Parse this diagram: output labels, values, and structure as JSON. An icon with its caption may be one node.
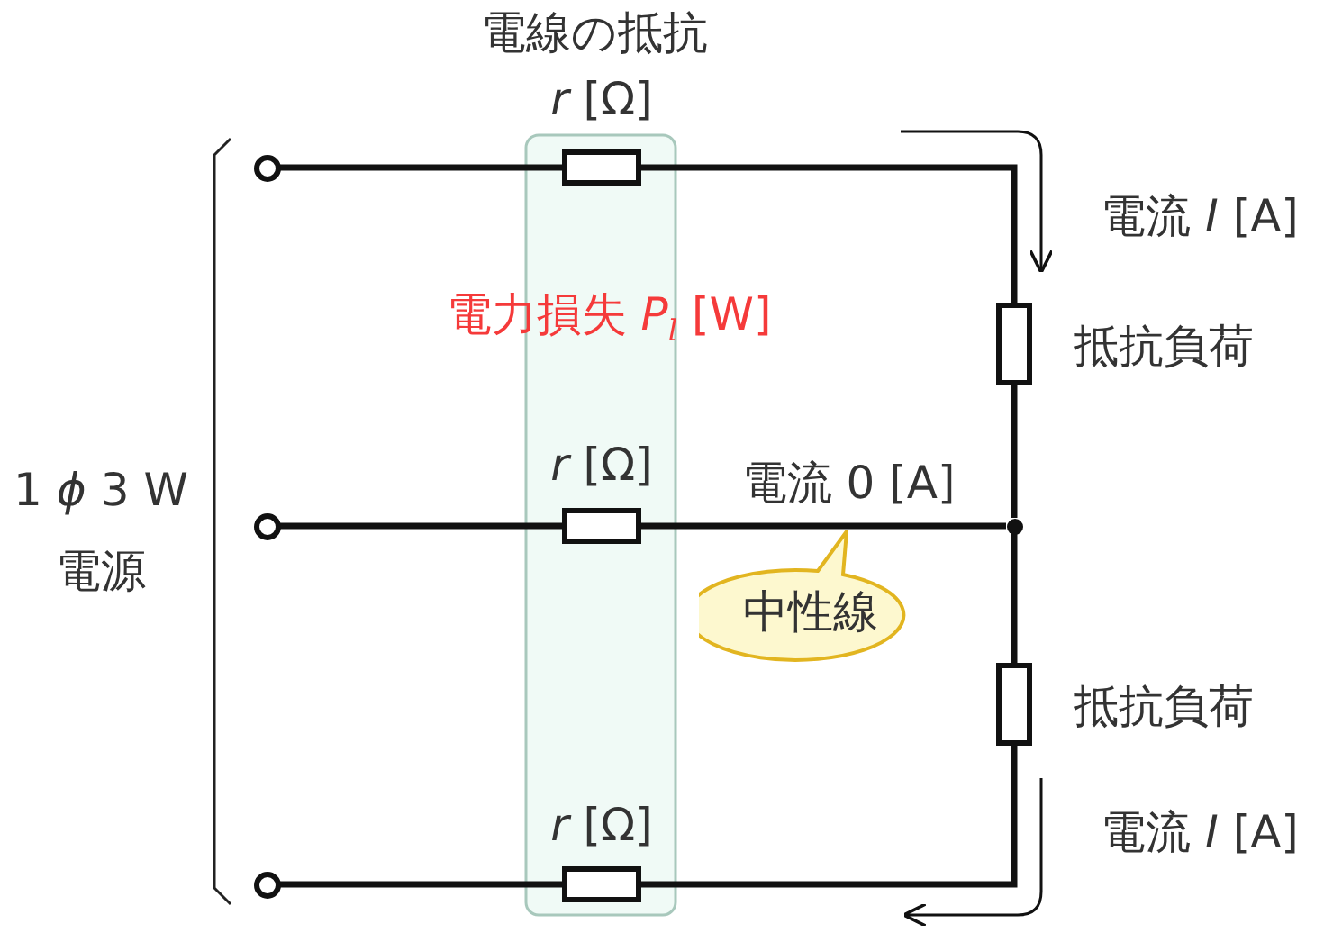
{
  "diagram": {
    "nodes": [
      {
        "text": [],
        "shape": "circle"
      },
      {
        "text": [],
        "shape": "circle"
      },
      {
        "text": [],
        "shape": "circle"
      },
      {
        "text": [],
        "shape": "box",
        "beside": [
          "電線の抵抗",
          "*r* [Ω]"
        ]
      },
      {
        "text": [],
        "shape": "box",
        "beside": [
          "*r* [Ω]"
        ]
      },
      {
        "text": [],
        "shape": "box",
        "beside": [
          "*r* [Ω]"
        ]
      },
      {
        "text": [],
        "shape": "box",
        "beside": [
          "抵抗負荷"
        ]
      },
      {
        "text": [],
        "shape": "box",
        "beside": [
          "抵抗負荷"
        ]
      },
      {
        "text": [],
        "shape": "circle"
      },
      {
        "text": [
          "中性線"
        ]
      }
    ],
    "edges": [
      {
        "from": 0,
        "to": 3,
        "arrow": "none"
      },
      {
        "from": 3,
        "to": 6,
        "arrow": "none"
      },
      {
        "from": 6,
        "to": 8,
        "arrow": "none"
      },
      {
        "from": 1,
        "to": 4,
        "arrow": "none"
      },
      {
        "from": 4,
        "to": 8,
        "arrow": "none"
      },
      {
        "from": 8,
        "to": 7,
        "arrow": "none"
      },
      {
        "from": 2,
        "to": 5,
        "arrow": "none"
      },
      {
        "from": 5,
        "to": 7,
        "arrow": "none"
      }
    ],
    "labels": [
      "電流 *I* [A]",
      "電力損失 *P*$_{l}$ [W]",
      "1 *ϕ* 3 W",
      "電源",
      "電流 0 [A]",
      "電流 *I* [A]"
    ]
  }
}
